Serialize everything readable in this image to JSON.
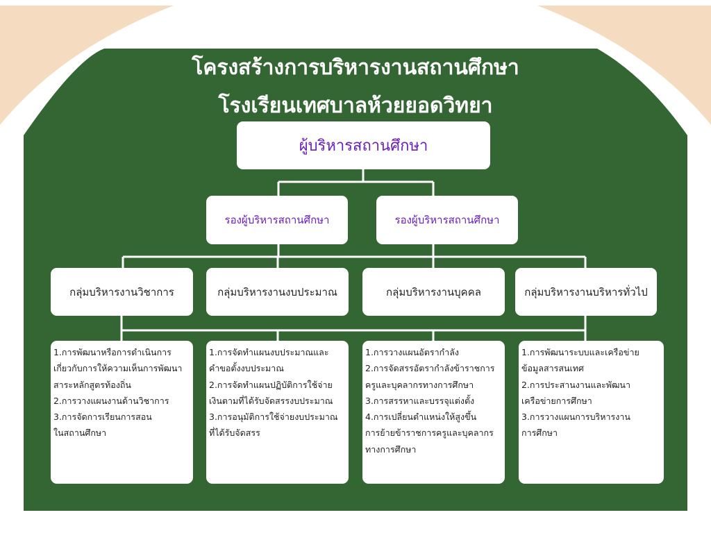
{
  "colors": {
    "page_bg": "#ffffff",
    "corner_accent": "#f5dcc0",
    "panel_green": "#336633",
    "box_bg": "#ffffff",
    "highlight_text": "#6a1fb8",
    "body_text": "#222222"
  },
  "title": {
    "line1": "โครงสร้างการบริหารงานสถานศึกษา",
    "line2": "โรงเรียนเทศบาลห้วยยอดวิทยา"
  },
  "top": {
    "label": "ผู้บริหารสถานศึกษา"
  },
  "deputies": [
    {
      "label": "รองผู้บริหารสถานศึกษา"
    },
    {
      "label": "รองผู้บริหารสถานศึกษา"
    }
  ],
  "groups": [
    {
      "label": "กลุ่มบริหารงานวิชาการ",
      "duties": [
        "1.การพัฒนาหรือการดำเนินการ",
        "เกี่ยวกับการให้ความเห็นการพัฒนา",
        "สาระหลักสูตรท้องถิ่น",
        "2.การวางแผนงานด้านวิชาการ",
        "3.การจัดการเรียนการสอน",
        "ในสถานศึกษา"
      ]
    },
    {
      "label": "กลุ่มบริหารงานงบประมาณ",
      "duties": [
        "1.การจัดทำแผนงบประมาณและ",
        "คำขอตั้งงบประมาณ",
        "2.การจัดทำแผนปฏิบัติการใช้จ่าย",
        "เงินตามที่ได้รับจัดสรรงบประมาณ",
        "3.การอนุมัติการใช้จ่ายงบประมาณ",
        "ที่ได้รับจัดสรร"
      ]
    },
    {
      "label": "กลุ่มบริหารงานบุคคล",
      "duties": [
        "1.การวางแผนอัตรากำลัง",
        "2.การจัดสรรอัตรากำลังข้าราชการ",
        "ครูและบุคลากรทางการศึกษา",
        "3.การสรรหาและบรรจุแต่งตั้ง",
        "4.การเปลี่ยนตำแหน่งให้สูงขึ้น",
        "การย้ายข้าราชการครูและบุคลากร",
        "ทางการศึกษา"
      ]
    },
    {
      "label": "กลุ่มบริหารงานบริหารทั่วไป",
      "duties": [
        "1.การพัฒนาระบบและเครือข่าย",
        "ข้อมูลสารสนเทศ",
        "2.การประสานงานและพัฒนา",
        "เครือข่ายการศึกษา",
        "3.การวางแผนการบริหารงาน",
        "การศึกษา"
      ]
    }
  ]
}
